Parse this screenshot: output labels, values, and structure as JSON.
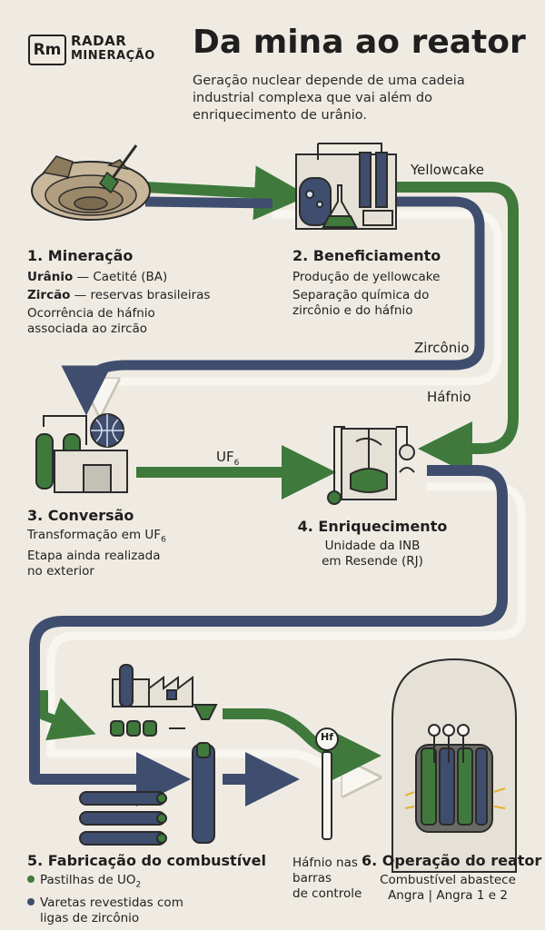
{
  "brand": {
    "logo": "Rm",
    "line1": "RADAR",
    "line2": "MINERAÇÃO"
  },
  "title": "Da mina ao reator",
  "subtitle": "Geração nuclear depende de uma cadeia industrial complexa que vai além do enriquecimento de urânio.",
  "flow_labels": {
    "yellowcake": "Yellowcake",
    "zirconio": "Zircônio",
    "hafnio": "Háfnio",
    "uf6_base": "UF",
    "uf6_sub": "6"
  },
  "steps": {
    "s1": {
      "title": "1. Mineração",
      "uranio_label": "Urânio",
      "uranio_text": "— Caetité (BA)",
      "zircao_label": "Zircão",
      "zircao_text": "— reservas brasileiras",
      "line3": "Ocorrência de háfnio",
      "line4": "associada ao zircão"
    },
    "s2": {
      "title": "2. Beneficiamento",
      "line1": "Produção de yellowcake",
      "line2": "Separação química do",
      "line3": "zircônio e do háfnio"
    },
    "s3": {
      "title": "3. Conversão",
      "line1": "Transformação em UF",
      "line1_sub": "6",
      "line2": "Etapa ainda realizada",
      "line3": "no exterior"
    },
    "s4": {
      "title": "4. Enriquecimento",
      "line1": "Unidade da INB",
      "line2": "em Resende (RJ)"
    },
    "s5": {
      "title": "5. Fabricação do combustível",
      "b1": "Pastilhas de UO",
      "b1_sub": "2",
      "b2a": "Varetas revestidas com",
      "b2b": "ligas de zircônio"
    },
    "s6": {
      "title": "6. Operação do reator",
      "line1": "Combustível abastece",
      "line2": "Angra | Angra 1 e 2"
    }
  },
  "hafnio_note": {
    "badge": "Hf",
    "line1": "Háfnio nas",
    "line2": "barras",
    "line3": "de controle"
  },
  "colors": {
    "green": "#3f7a3c",
    "navy": "#3f4d6e",
    "outline": "#ffffff",
    "bg": "#efebe3"
  }
}
